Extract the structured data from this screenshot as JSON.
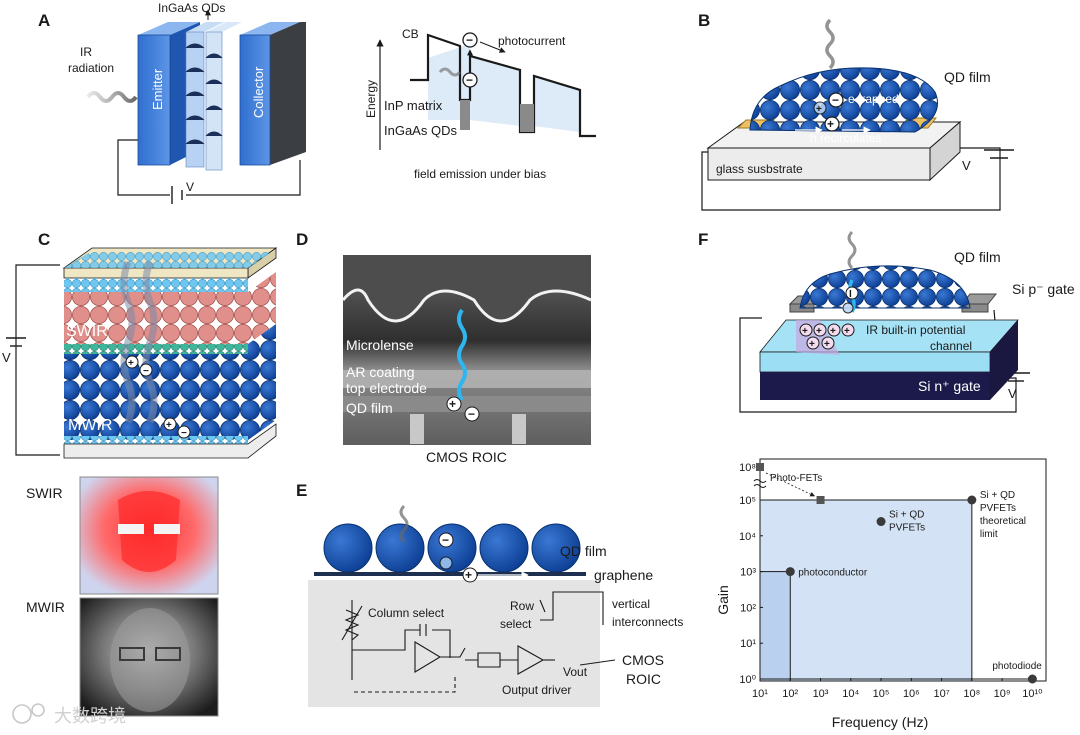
{
  "panels": {
    "a": {
      "letter": "A",
      "qd_label": "InGaAs QDs",
      "ir_label_1": "IR",
      "ir_label_2": "radiation",
      "emitter": "Emitter",
      "collector": "Collector",
      "bias": "V",
      "cb": "CB",
      "energy": "Energy",
      "photocurrent": "photocurrent",
      "inp": "InP matrix",
      "ingaas": "InGaAs QDs",
      "caption": "field emission under bias"
    },
    "b": {
      "letter": "B",
      "qd_film": "QD film",
      "e_trapped": "e trapped",
      "h_recirc": "h recirculates",
      "substrate": "glass susbstrate",
      "bias": "V"
    },
    "c": {
      "letter": "C",
      "swir": "SWIR",
      "mwir": "MWIR",
      "bias": "V",
      "img_swir": "SWIR",
      "img_mwir": "MWIR"
    },
    "d": {
      "letter": "D",
      "microlense": "Microlense",
      "ar1": "AR coating",
      "ar2": "top electrode",
      "qd_film": "QD film",
      "roic": "CMOS ROIC"
    },
    "e": {
      "letter": "E",
      "qd_film": "QD film",
      "graphene": "graphene",
      "column_select": "Column select",
      "row_select_1": "Row",
      "row_select_2": "select",
      "vertical_1": "vertical",
      "vertical_2": "interconnects",
      "vout": "Vout",
      "output_driver": "Output driver",
      "cmos_1": "CMOS",
      "cmos_2": "ROIC"
    },
    "f": {
      "letter": "F",
      "qd_film": "QD film",
      "si_p": "Si p⁻ gate",
      "ir_builtin": "IR built-in potential",
      "channel": "channel",
      "si_n": "Si n⁺ gate",
      "bias": "V"
    }
  },
  "watermark": "大数跨境",
  "chart_data": {
    "type": "scatter",
    "xlabel": "Frequency (Hz)",
    "ylabel": "Gain",
    "x_scale": "log",
    "y_scale": "log",
    "x_ticks": [
      "10¹",
      "10²",
      "10³",
      "10⁴",
      "10⁵",
      "10⁶",
      "10⁷",
      "10⁸",
      "10⁹",
      "10¹⁰"
    ],
    "y_ticks": [
      "10⁰",
      "10¹",
      "10²",
      "10³",
      "10⁴",
      "10⁵",
      "10⁸"
    ],
    "points": [
      {
        "label": "Photo-FETs",
        "x": 10,
        "y": 100000000,
        "marker": "square"
      },
      {
        "label": "",
        "x": 1000,
        "y": 100000,
        "marker": "square"
      },
      {
        "label": "photoconductor",
        "x": 100,
        "y": 1000,
        "marker": "circle"
      },
      {
        "label": "Si + QD PVFETs",
        "x": 100000,
        "y": 25000,
        "marker": "circle"
      },
      {
        "label": "Si + QD PVFETs theoretical limit",
        "x": 100000000,
        "y": 100000,
        "marker": "circle"
      },
      {
        "label": "photodiode",
        "x": 10000000000,
        "y": 1,
        "marker": "circle"
      }
    ],
    "regions": [
      {
        "x_max": 100,
        "y_max": 1000
      },
      {
        "x_max": 100000000,
        "y_max": 100000
      }
    ],
    "colors": {
      "region": "#d3e3f5",
      "region_inner": "#b9d1ee",
      "marker": "#555555"
    }
  }
}
